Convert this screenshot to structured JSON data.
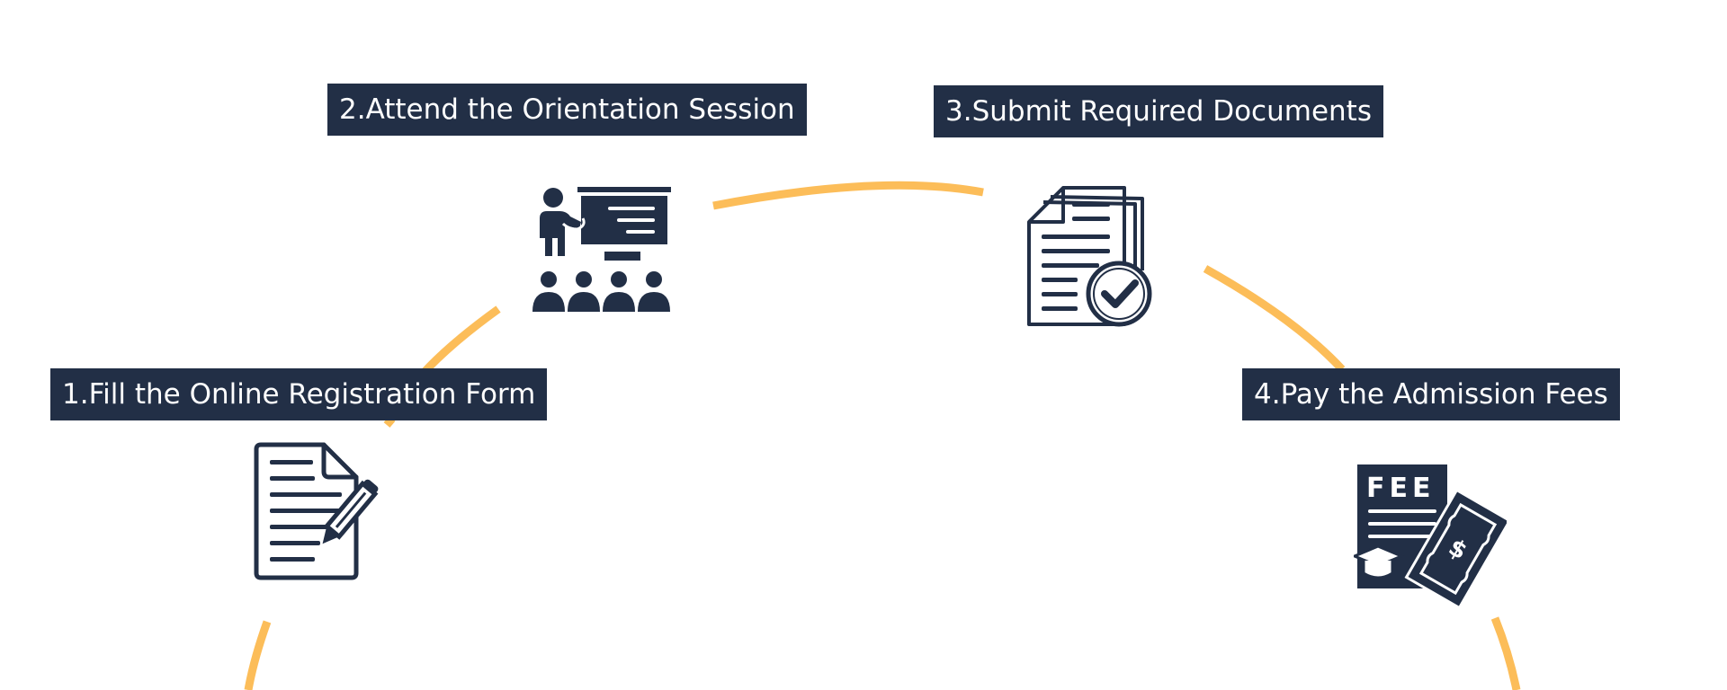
{
  "colors": {
    "arc": "#fcbd59",
    "label_bg": "#222f46",
    "label_text": "#ffffff",
    "icon": "#222f46",
    "background": "#ffffff"
  },
  "steps": [
    {
      "label": "1.Fill the Online Registration Form",
      "icon": "registration-form-icon"
    },
    {
      "label": "2.Attend the Orientation Session",
      "icon": "orientation-presentation-icon"
    },
    {
      "label": "3.Submit Required Documents",
      "icon": "documents-check-icon"
    },
    {
      "label": "4.Pay the Admission Fees",
      "icon": "fee-payment-icon"
    }
  ]
}
